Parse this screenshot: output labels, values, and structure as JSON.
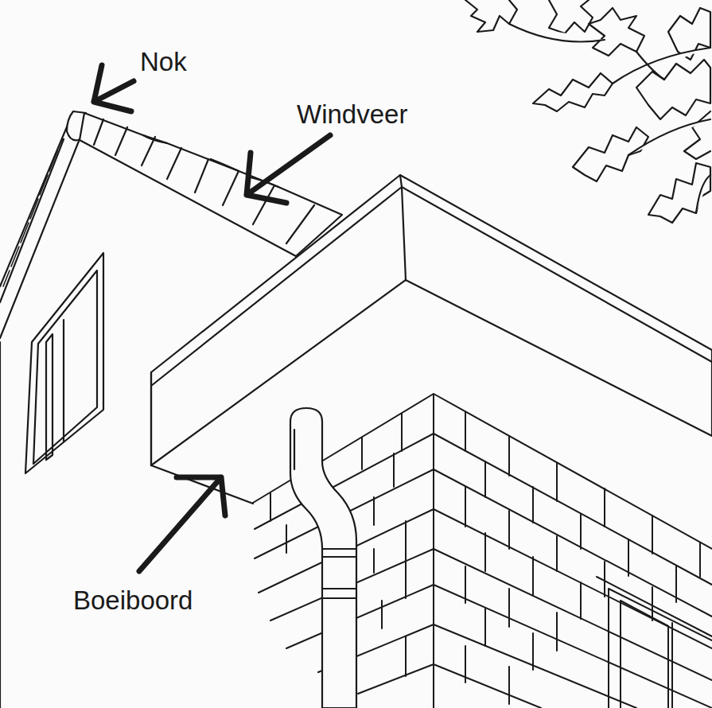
{
  "diagram": {
    "labels": [
      "Nok",
      "Windveer",
      "Boeiboord"
    ]
  }
}
